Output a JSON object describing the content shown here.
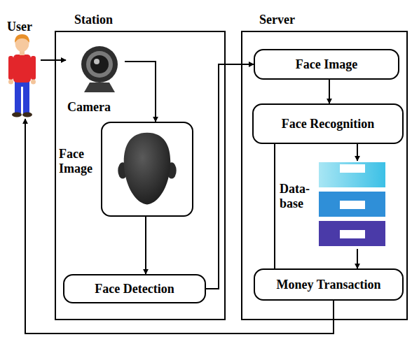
{
  "diagram": {
    "nodes": [
      {
        "text": [
          "User"
        ]
      },
      {
        "text": [
          "Station"
        ]
      },
      {
        "text": [
          "Camera"
        ],
        "in": 1
      },
      {
        "text": [
          "Face Image"
        ],
        "in": 1
      },
      {
        "text": [
          "Face Detection"
        ],
        "in": 1
      },
      {
        "text": [
          "Server"
        ]
      },
      {
        "text": [
          "Face Image"
        ],
        "in": 5
      },
      {
        "text": [
          "Face Recognition"
        ],
        "in": 5
      },
      {
        "text": [
          "Data- base"
        ],
        "in": 5
      },
      {
        "text": [
          "Money Transaction"
        ],
        "in": 5
      }
    ],
    "edges": [
      {
        "from": 0,
        "to": 2,
        "arrow": "to"
      },
      {
        "from": 2,
        "to": 3,
        "arrow": "to"
      },
      {
        "from": 3,
        "to": 4,
        "arrow": "to"
      },
      {
        "from": 4,
        "to": 6,
        "arrow": "to"
      },
      {
        "from": 6,
        "to": 7,
        "arrow": "to"
      },
      {
        "from": 7,
        "to": 8,
        "arrow": "to"
      },
      {
        "from": 8,
        "to": 9,
        "arrow": "to"
      },
      {
        "from": 7,
        "to": 9,
        "arrow": "none"
      },
      {
        "from": 9,
        "to": 0,
        "arrow": "to"
      }
    ]
  }
}
